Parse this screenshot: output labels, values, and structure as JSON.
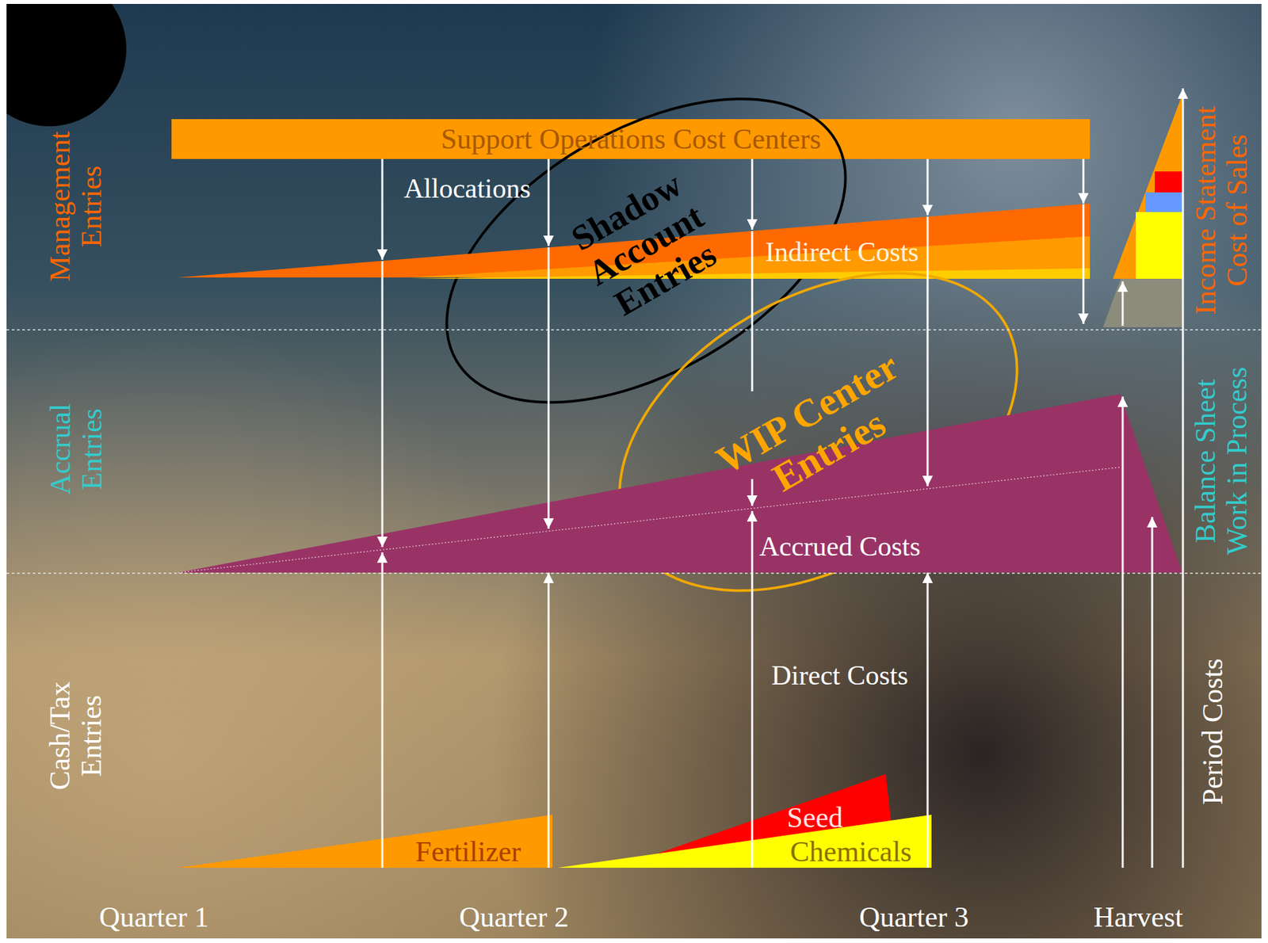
{
  "diagram": {
    "nodes": [
      {
        "text": [
          "Support Operations Cost Centers"
        ]
      },
      {
        "text": [
          "Shadow Account Entries"
        ]
      },
      {
        "text": [
          "Indirect Costs"
        ]
      },
      {
        "text": [
          "WIP Center Entries"
        ]
      },
      {
        "text": [
          "Accrued Costs"
        ]
      },
      {
        "text": [
          "Seed"
        ]
      },
      {
        "text": [
          "Fertilizer"
        ]
      },
      {
        "text": [
          "Chemicals"
        ]
      }
    ],
    "edges": [
      {
        "from": 0,
        "to": 2,
        "arrow": "to"
      },
      {
        "from": 6,
        "to": 4,
        "arrow": "to"
      },
      {
        "from": 7,
        "to": 4,
        "arrow": "to"
      }
    ],
    "labels": [
      "Management Entries",
      "Accrual Entries",
      "Cash/Tax Entries",
      "Allocations",
      "Direct Costs",
      "Income Statement Cost of Sales",
      "Balance Sheet Work in Process",
      "Period Costs",
      "Quarter 1",
      "Quarter 2",
      "Quarter 3",
      "Harvest"
    ]
  }
}
